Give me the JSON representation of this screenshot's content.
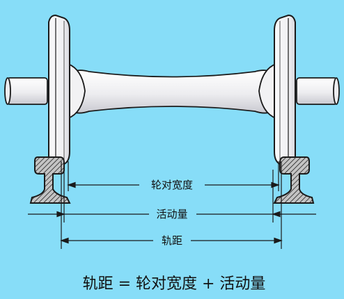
{
  "labels": {
    "wheel_back_gauge": "轮对宽度",
    "play": "活动量",
    "track_gauge": "轨距"
  },
  "formula": "轨距 = 轮对宽度 + 活动量",
  "colors": {
    "background": "#87DDF8",
    "wheel_fill": "#F4F4F6",
    "outline": "#1A1A1A",
    "rail_fill": "#BFBFBF"
  }
}
